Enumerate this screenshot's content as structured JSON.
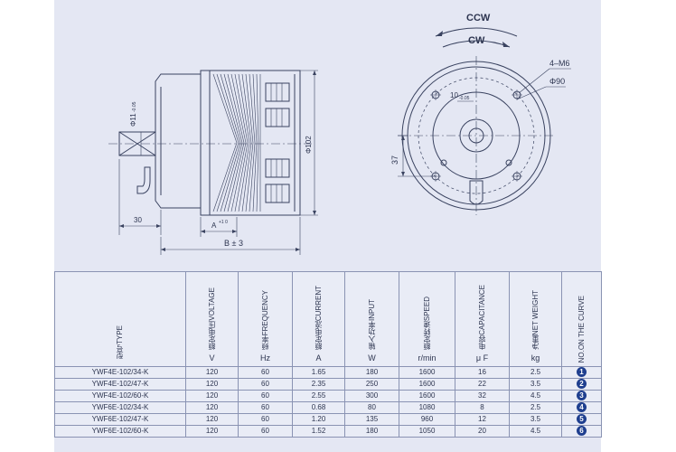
{
  "drawing": {
    "ccw": "CCW",
    "cw": "CW",
    "dim_4m6": "4–M6",
    "dim_phi90": "Φ90",
    "dim_10": "10",
    "dim_10_tol": "-0.05",
    "dim_37": "37",
    "dim_phi11": "Φ11",
    "dim_phi11_tol": "-0.05",
    "dim_phi102": "Φ102",
    "dim_30": "30",
    "dim_a": "A",
    "dim_a_tol": "+1 0",
    "dim_b": "B ± 3"
  },
  "table": {
    "headers": [
      {
        "en": "TYPE",
        "cn": "型号",
        "unit": ""
      },
      {
        "en": "VOLTAGE",
        "cn": "额定电压",
        "unit": "V"
      },
      {
        "en": "FREQUENCY",
        "cn": "频率",
        "unit": "Hz"
      },
      {
        "en": "CURRENT",
        "cn": "额定电流",
        "unit": "A"
      },
      {
        "en": "INPUT",
        "cn": "输入功率",
        "unit": "W"
      },
      {
        "en": "SPEED",
        "cn": "额定转速",
        "unit": "r/min"
      },
      {
        "en": "CAPACITANCE",
        "cn": "电容",
        "unit": "μ F"
      },
      {
        "en": "NET WEIGHT",
        "cn": "净重",
        "unit": "kg"
      },
      {
        "en": "NO.ON THE CURVE",
        "cn": "",
        "unit": ""
      }
    ],
    "rows": [
      {
        "type": "YWF4E-102/34-K",
        "voltage": "120",
        "freq": "60",
        "current": "1.65",
        "input": "180",
        "speed": "1600",
        "cap": "16",
        "weight": "2.5",
        "no": "1"
      },
      {
        "type": "YWF4E-102/47-K",
        "voltage": "120",
        "freq": "60",
        "current": "2.35",
        "input": "250",
        "speed": "1600",
        "cap": "22",
        "weight": "3.5",
        "no": "2"
      },
      {
        "type": "YWF4E-102/60-K",
        "voltage": "120",
        "freq": "60",
        "current": "2.55",
        "input": "300",
        "speed": "1600",
        "cap": "32",
        "weight": "4.5",
        "no": "3"
      },
      {
        "type": "YWF6E-102/34-K",
        "voltage": "120",
        "freq": "60",
        "current": "0.68",
        "input": "80",
        "speed": "1080",
        "cap": "8",
        "weight": "2.5",
        "no": "4"
      },
      {
        "type": "YWF6E-102/47-K",
        "voltage": "120",
        "freq": "60",
        "current": "1.20",
        "input": "135",
        "speed": "960",
        "cap": "12",
        "weight": "3.5",
        "no": "5"
      },
      {
        "type": "YWF6E-102/60-K",
        "voltage": "120",
        "freq": "60",
        "current": "1.52",
        "input": "180",
        "speed": "1050",
        "cap": "20",
        "weight": "4.5",
        "no": "6"
      }
    ]
  }
}
